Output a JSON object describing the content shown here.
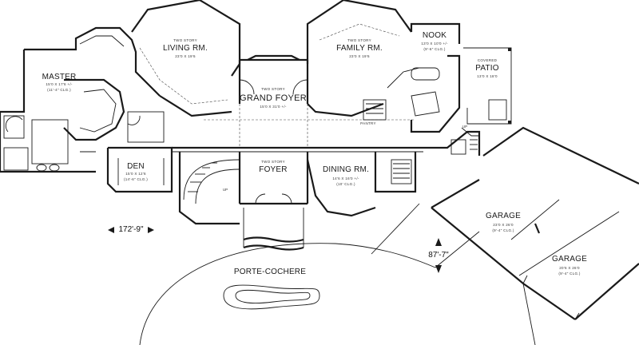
{
  "rooms": {
    "master": {
      "name": "MASTER",
      "dims": "15'0 X 17'6 +/-",
      "ceiling": "(11'-4\" CLG.)"
    },
    "living": {
      "sub": "TWO STORY",
      "name": "LIVING RM.",
      "dims": "23'0 X 19'6"
    },
    "grand_foyer": {
      "sub": "TWO STORY",
      "name": "GRAND FOYER",
      "dims": "15'0 X 31'0 +/-"
    },
    "family": {
      "sub": "TWO STORY",
      "name": "FAMILY RM.",
      "dims": "23'0 X 19'6"
    },
    "nook": {
      "name": "NOOK",
      "dims": "13'0 X 10'0 +/-",
      "ceiling": "(9'-6\" CLG.)"
    },
    "patio": {
      "sub": "COVERED",
      "name": "PATIO",
      "dims": "13'0 X 18'0"
    },
    "pantry": {
      "name": "PANTRY"
    },
    "den": {
      "name": "DEN",
      "dims": "15'0 X 12'6",
      "ceiling": "(14'-6\" CLG.)"
    },
    "foyer": {
      "sub": "TWO STORY",
      "name": "FOYER"
    },
    "dining": {
      "name": "DINING RM.",
      "dims": "14'6 X 16'0 +/-",
      "ceiling": "(10' CLG.)"
    },
    "garage1": {
      "name": "GARAGE",
      "dims": "23'0 X 26'0",
      "ceiling": "(9'-4\" CLG.)"
    },
    "garage2": {
      "name": "GARAGE",
      "dims": "20'6 X 26'0",
      "ceiling": "(9'-4\" CLG.)"
    },
    "porte": {
      "name": "PORTE-COCHERE"
    }
  },
  "measurements": {
    "width": "172'-9\"",
    "depth": "87'-7\""
  },
  "marks": {
    "up": "UP"
  }
}
